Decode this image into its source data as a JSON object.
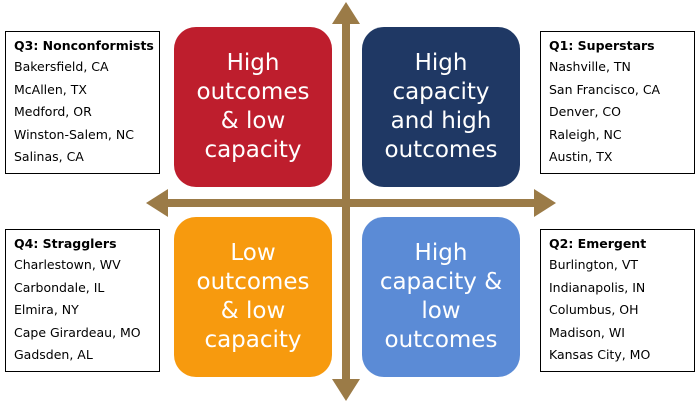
{
  "colors": {
    "axis": "#9b7b47",
    "top_left": "#be1e2d",
    "top_right": "#1f3864",
    "bottom_left": "#f79a0e",
    "bottom_right": "#5b8bd6"
  },
  "quadrant_boxes": {
    "top_left": "High\noutcomes\n& low\ncapacity",
    "top_right": "High\ncapacity\nand high\noutcomes",
    "bottom_left": "Low\noutcomes\n& low\ncapacity",
    "bottom_right": "High\ncapacity &\nlow\noutcomes"
  },
  "lists": {
    "q3": {
      "title": "Q3: Nonconformists",
      "cities": [
        "Bakersfield, CA",
        "McAllen, TX",
        "Medford, OR",
        "Winston-Salem, NC",
        "Salinas, CA"
      ]
    },
    "q1": {
      "title": "Q1: Superstars",
      "cities": [
        "Nashville, TN",
        "San Francisco, CA",
        "Denver, CO",
        "Raleigh, NC",
        "Austin, TX"
      ]
    },
    "q4": {
      "title": "Q4: Stragglers",
      "cities": [
        "Charlestown, WV",
        "Carbondale, IL",
        "Elmira, NY",
        "Cape Girardeau, MO",
        "Gadsden, AL"
      ]
    },
    "q2": {
      "title": "Q2: Emergent",
      "cities": [
        "Burlington, VT",
        "Indianapolis, IN",
        "Columbus, OH",
        "Madison, WI",
        "Kansas City, MO"
      ]
    }
  }
}
